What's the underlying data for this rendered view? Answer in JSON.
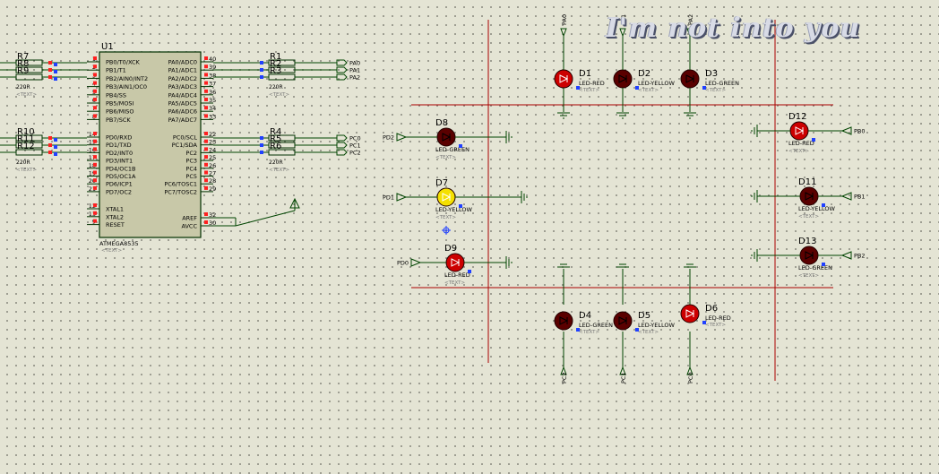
{
  "schematic": {
    "watermark": "I'm not into you",
    "mcu": {
      "ref": "U1",
      "part": "ATMEGA8535",
      "text": "<TEXT>",
      "left_pins": [
        {
          "num": "1",
          "name": "PB0/T0/XCK"
        },
        {
          "num": "2",
          "name": "PB1/T1"
        },
        {
          "num": "3",
          "name": "PB2/AIN0/INT2"
        },
        {
          "num": "4",
          "name": "PB3/AIN1/OC0"
        },
        {
          "num": "5",
          "name": "PB4/SS"
        },
        {
          "num": "6",
          "name": "PB5/MOSI"
        },
        {
          "num": "7",
          "name": "PB6/MISO"
        },
        {
          "num": "8",
          "name": "PB7/SCK"
        },
        {
          "num": "14",
          "name": "PD0/RXD"
        },
        {
          "num": "15",
          "name": "PD1/TXD"
        },
        {
          "num": "16",
          "name": "PD2/INT0"
        },
        {
          "num": "17",
          "name": "PD3/INT1"
        },
        {
          "num": "18",
          "name": "PD4/OC1B"
        },
        {
          "num": "19",
          "name": "PD5/OC1A"
        },
        {
          "num": "20",
          "name": "PD6/ICP1"
        },
        {
          "num": "21",
          "name": "PD7/OC2"
        },
        {
          "num": "12",
          "name": "XTAL1"
        },
        {
          "num": "13",
          "name": "XTAL2"
        },
        {
          "num": "9",
          "name": "RESET"
        }
      ],
      "right_pins": [
        {
          "num": "40",
          "name": "PA0/ADC0"
        },
        {
          "num": "39",
          "name": "PA1/ADC1"
        },
        {
          "num": "38",
          "name": "PA2/ADC2"
        },
        {
          "num": "37",
          "name": "PA3/ADC3"
        },
        {
          "num": "36",
          "name": "PA4/ADC4"
        },
        {
          "num": "35",
          "name": "PA5/ADC5"
        },
        {
          "num": "34",
          "name": "PA6/ADC6"
        },
        {
          "num": "33",
          "name": "PA7/ADC7"
        },
        {
          "num": "22",
          "name": "PC0/SCL"
        },
        {
          "num": "23",
          "name": "PC1/SDA"
        },
        {
          "num": "24",
          "name": "PC2"
        },
        {
          "num": "25",
          "name": "PC3"
        },
        {
          "num": "26",
          "name": "PC4"
        },
        {
          "num": "27",
          "name": "PC5"
        },
        {
          "num": "28",
          "name": "PC6/TOSC1"
        },
        {
          "num": "29",
          "name": "PC7/TOSC2"
        },
        {
          "num": "32",
          "name": "AREF"
        },
        {
          "num": "30",
          "name": "AVCC"
        }
      ]
    },
    "resistors": [
      {
        "ref": "R7"
      },
      {
        "ref": "R8"
      },
      {
        "ref": "R9"
      },
      {
        "ref": "R10"
      },
      {
        "ref": "R11"
      },
      {
        "ref": "R12"
      },
      {
        "ref": "R1"
      },
      {
        "ref": "R2"
      },
      {
        "ref": "R3"
      },
      {
        "ref": "R4"
      },
      {
        "ref": "R5"
      },
      {
        "ref": "R6"
      }
    ],
    "resistor_value": "220R",
    "text_placeholder": "<TEXT>",
    "mcu_terminals": [
      "PA0",
      "PA1",
      "PA2",
      "PC0",
      "PC1",
      "PC2"
    ],
    "leds": [
      {
        "ref": "D1",
        "type": "LED-RED",
        "color": "#cc0000",
        "lit": true
      },
      {
        "ref": "D2",
        "type": "LED-YELLOW",
        "color": "#5a0000",
        "lit": false
      },
      {
        "ref": "D3",
        "type": "LED-GREEN",
        "color": "#5a0000",
        "lit": false
      },
      {
        "ref": "D4",
        "type": "LED-GREEN",
        "color": "#5a0000",
        "lit": false
      },
      {
        "ref": "D5",
        "type": "LED-YELLOW",
        "color": "#5a0000",
        "lit": false
      },
      {
        "ref": "D6",
        "type": "LED-RED",
        "color": "#cc0000",
        "lit": true
      },
      {
        "ref": "D7",
        "type": "LED-YELLOW",
        "color": "#f4e000",
        "lit": true
      },
      {
        "ref": "D8",
        "type": "LED-GREEN",
        "color": "#5a0000",
        "lit": false
      },
      {
        "ref": "D9",
        "type": "LED-RED",
        "color": "#cc0000",
        "lit": true
      },
      {
        "ref": "D11",
        "type": "LED-YELLOW",
        "color": "#5a0000",
        "lit": false
      },
      {
        "ref": "D12",
        "type": "LED-RED",
        "color": "#cc0000",
        "lit": true
      },
      {
        "ref": "D13",
        "type": "LED-GREEN",
        "color": "#5a0000",
        "lit": false
      }
    ],
    "led_terminals": [
      "PA0",
      "PA1",
      "PA2",
      "PC2",
      "PC1",
      "PC0",
      "PD2",
      "PD1",
      "PD0",
      "PB0",
      "PB1",
      "PB2"
    ],
    "colors": {
      "wire": "#004400",
      "component": "#003000",
      "road": "#aa0000",
      "chip_fill": "#c8c8a8",
      "pin_red": "#ff2020",
      "pin_blue": "#2040ff"
    }
  }
}
